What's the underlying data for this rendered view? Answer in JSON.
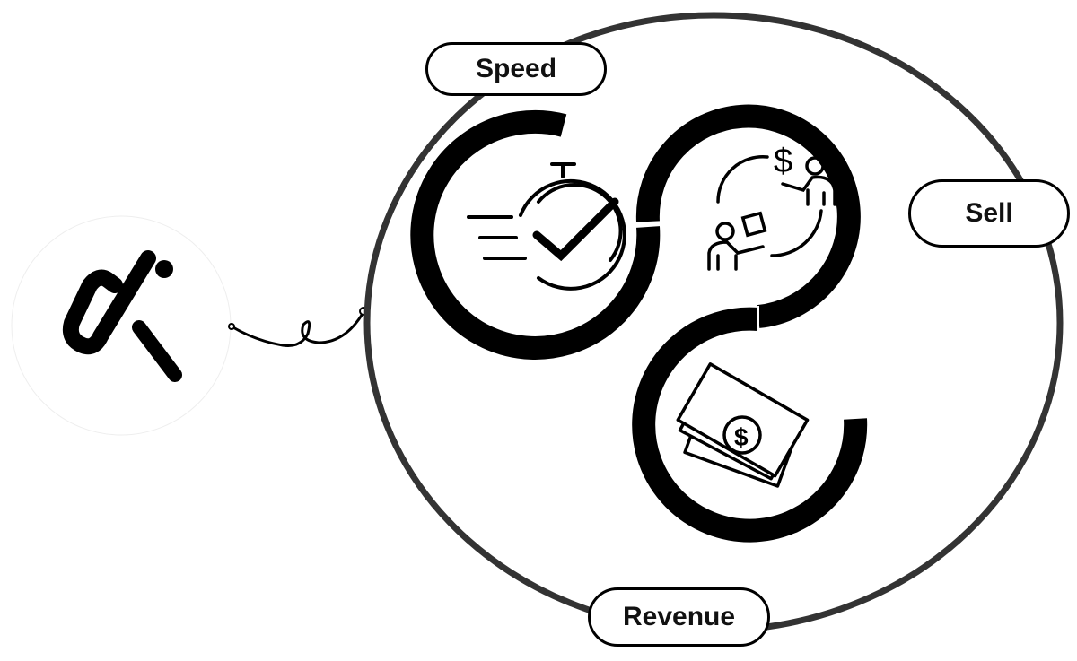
{
  "labels": {
    "speed": "Speed",
    "sell": "Sell",
    "revenue": "Revenue"
  },
  "logo": {
    "text": "ai"
  },
  "icons": [
    "stopwatch-check-icon",
    "sell-exchange-icon",
    "money-bills-icon"
  ],
  "colors": {
    "ink": "#000000",
    "ring": "#333333"
  }
}
